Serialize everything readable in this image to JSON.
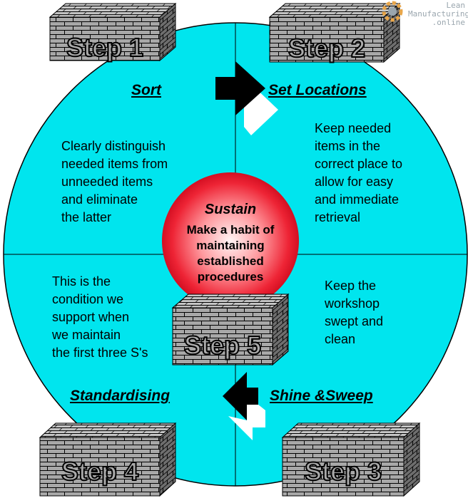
{
  "logo": {
    "lines": [
      "Lean",
      "Manufacturing",
      ".online"
    ],
    "icon": "gear-icon",
    "colors": {
      "gear": "#e8a64a",
      "text": "#9aa6ae"
    }
  },
  "steps": {
    "step1": "Step 1",
    "step2": "Step 2",
    "step3": "Step 3",
    "step4": "Step 4",
    "step5": "Step 5"
  },
  "quadrants": {
    "sort": {
      "heading": "Sort",
      "lines": [
        "Clearly distinguish",
        "needed items from",
        "unneeded items",
        "and eliminate",
        "the latter"
      ]
    },
    "set_locations": {
      "heading": "Set Locations",
      "lines": [
        "Keep needed",
        "items in the",
        "correct place to",
        "allow for easy",
        "and immediate",
        "retrieval"
      ]
    },
    "shine_sweep": {
      "heading": "Shine &Sweep",
      "lines": [
        "Keep the",
        "workshop",
        "swept and",
        "clean"
      ]
    },
    "standardising": {
      "heading": "Standardising",
      "lines": [
        "This is the",
        "condition we",
        "support when",
        "we maintain",
        "the first three S's"
      ]
    }
  },
  "sustain": {
    "title": "Sustain",
    "lines": [
      "Make a habit of",
      "maintaining",
      "established",
      "procedures"
    ]
  },
  "colors": {
    "circle": "#00e5ee",
    "sphere_center": "#fff0f0",
    "sphere_edge": "#e8102a",
    "brick_face": "#a8a8a8",
    "brick_mortar": "#000000",
    "step_text_fill": "#aaaaaa"
  }
}
